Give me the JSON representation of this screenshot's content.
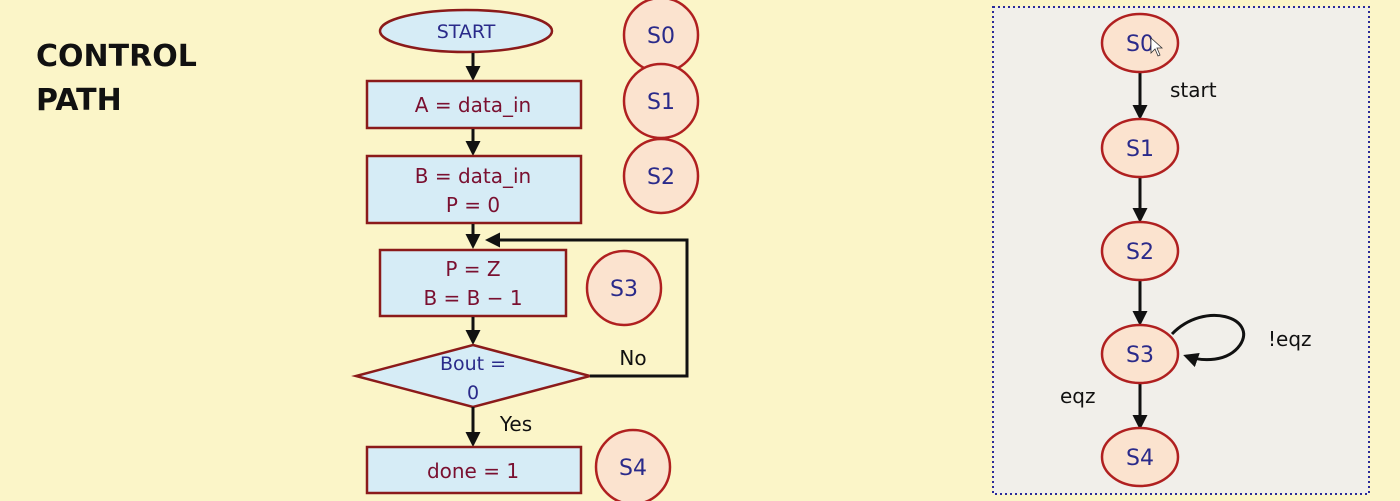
{
  "slide": {
    "title_line1": "CONTROL",
    "title_line2": "PATH"
  },
  "flowchart": {
    "start": "START",
    "step1": "A = data_in",
    "step2_line1": "B = data_in",
    "step2_line2": "P = 0",
    "step3_line1": "P = Z",
    "step3_line2": "B = B − 1",
    "decision_line1": "Bout =",
    "decision_line2": "0",
    "no_label": "No",
    "yes_label": "Yes",
    "done": "done = 1",
    "state_tags": [
      "S0",
      "S1",
      "S2",
      "S3",
      "S4"
    ]
  },
  "state_diagram": {
    "states": [
      "S0",
      "S1",
      "S2",
      "S3",
      "S4"
    ],
    "edge_start": "start",
    "edge_loop": "!eqz",
    "edge_eqz": "eqz"
  },
  "colors": {
    "background": "#fbf5c8",
    "box_fill": "#d6ecf6",
    "box_border": "#8b1a1a",
    "box_text": "#7a1030",
    "state_fill": "#fbe3cf",
    "state_border": "#b02020",
    "state_text": "#2a2a8a",
    "panel_fill": "#f1efea",
    "panel_border": "#2a2a9a"
  }
}
